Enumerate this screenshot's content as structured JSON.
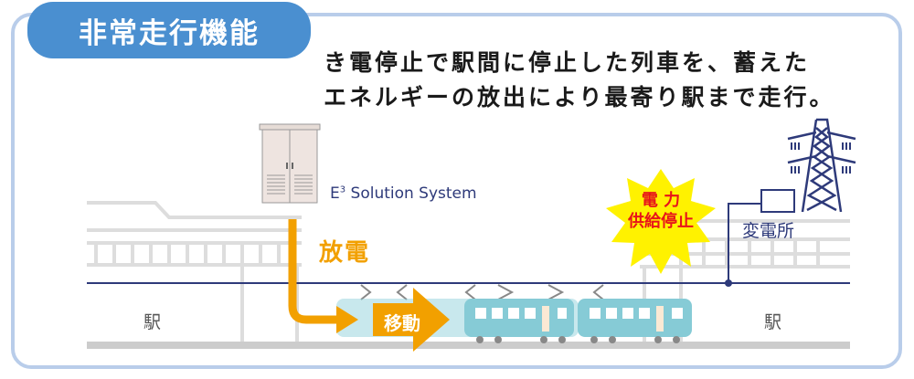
{
  "title": "非常走行機能",
  "headline": {
    "line1": "き電停止で駅間に停止した列車を、蓄えた",
    "line2": "エネルギーの放出により最寄り駅まで走行。"
  },
  "system_label": {
    "prefix": "E",
    "superscript": "3",
    "suffix": " Solution System"
  },
  "discharge_label": "放電",
  "move_label": "移動",
  "outage_label": {
    "line1": "電 力",
    "line2": "供給停止"
  },
  "substation_label": "変電所",
  "station_left": "駅",
  "station_right": "駅",
  "colors": {
    "accent_blue": "#4a8fd0",
    "frame": "#b9cdea",
    "arrow": "#f2a000",
    "train": "#86cbd6",
    "outage_text": "#e8141a",
    "burst": "#fff200",
    "line": "#2e3a7a"
  }
}
